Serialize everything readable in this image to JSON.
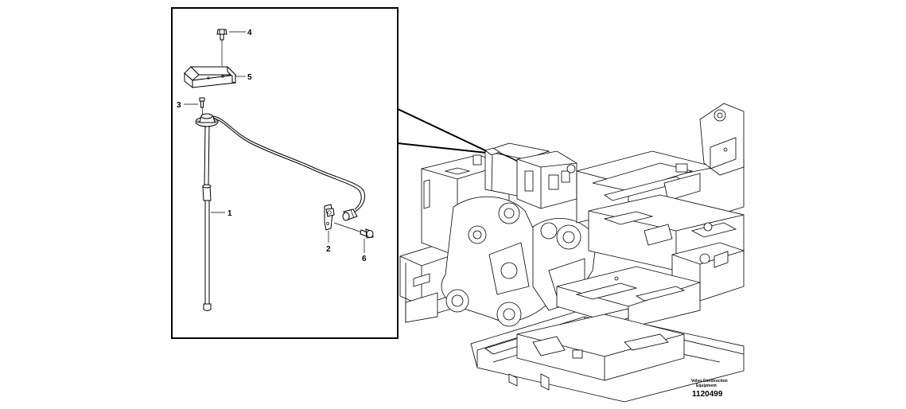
{
  "callouts": {
    "c1": "1",
    "c2": "2",
    "c3": "3",
    "c4": "4",
    "c5": "5",
    "c6": "6"
  },
  "brand": {
    "line1": "Volvo Construction",
    "line2": "Equipment"
  },
  "image_id": "1120499"
}
